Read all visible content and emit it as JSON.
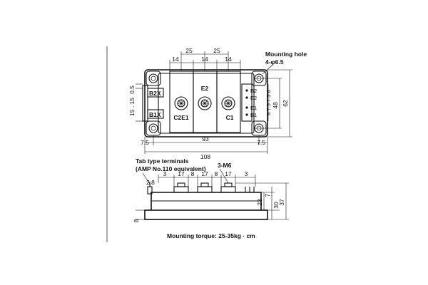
{
  "top_view": {
    "dim_25_left": "25",
    "dim_25_right": "25",
    "dim_14_a": "14",
    "dim_14_b": "14",
    "dim_14_c": "14",
    "dim_0_5": "0.5",
    "dim_15_15": "15 . 15",
    "dim_93": "93",
    "dim_7_5_left": "7.5",
    "dim_7_5_right": "7.5",
    "dim_108": "108",
    "dim_48": "48",
    "dim_62": "62",
    "dim_right_small": "6 7.5 7.5 6",
    "mounting_hole_label": "Mounting hole",
    "mounting_hole_spec": "4-φ6.5",
    "terminal_b2x": "B2X",
    "terminal_b1x": "B1X",
    "terminal_e2": "E2",
    "terminal_c2e1": "C2E1",
    "terminal_c1": "C1",
    "pin_b2": "B2",
    "pin_e2": "E2",
    "pin_e1": "E1",
    "pin_b1": "B1"
  },
  "side_view": {
    "tab_label_1": "Tab type terminals",
    "tab_label_2": "(AMP No.110 equivalent)",
    "dim_2_8": "2.8",
    "dim_3_left": "3",
    "dim_17_a": "17",
    "dim_8_a": "8",
    "dim_17_b": "17",
    "dim_8_b": "8",
    "dim_17_c": "17",
    "dim_3_right": "3",
    "screw_label": "3-M6",
    "dim_7": "7",
    "dim_23": "23",
    "dim_30": "30",
    "dim_37": "37",
    "dim_8_base": "8",
    "torque_label": "Mounting torque: 25-35kg · cm"
  }
}
